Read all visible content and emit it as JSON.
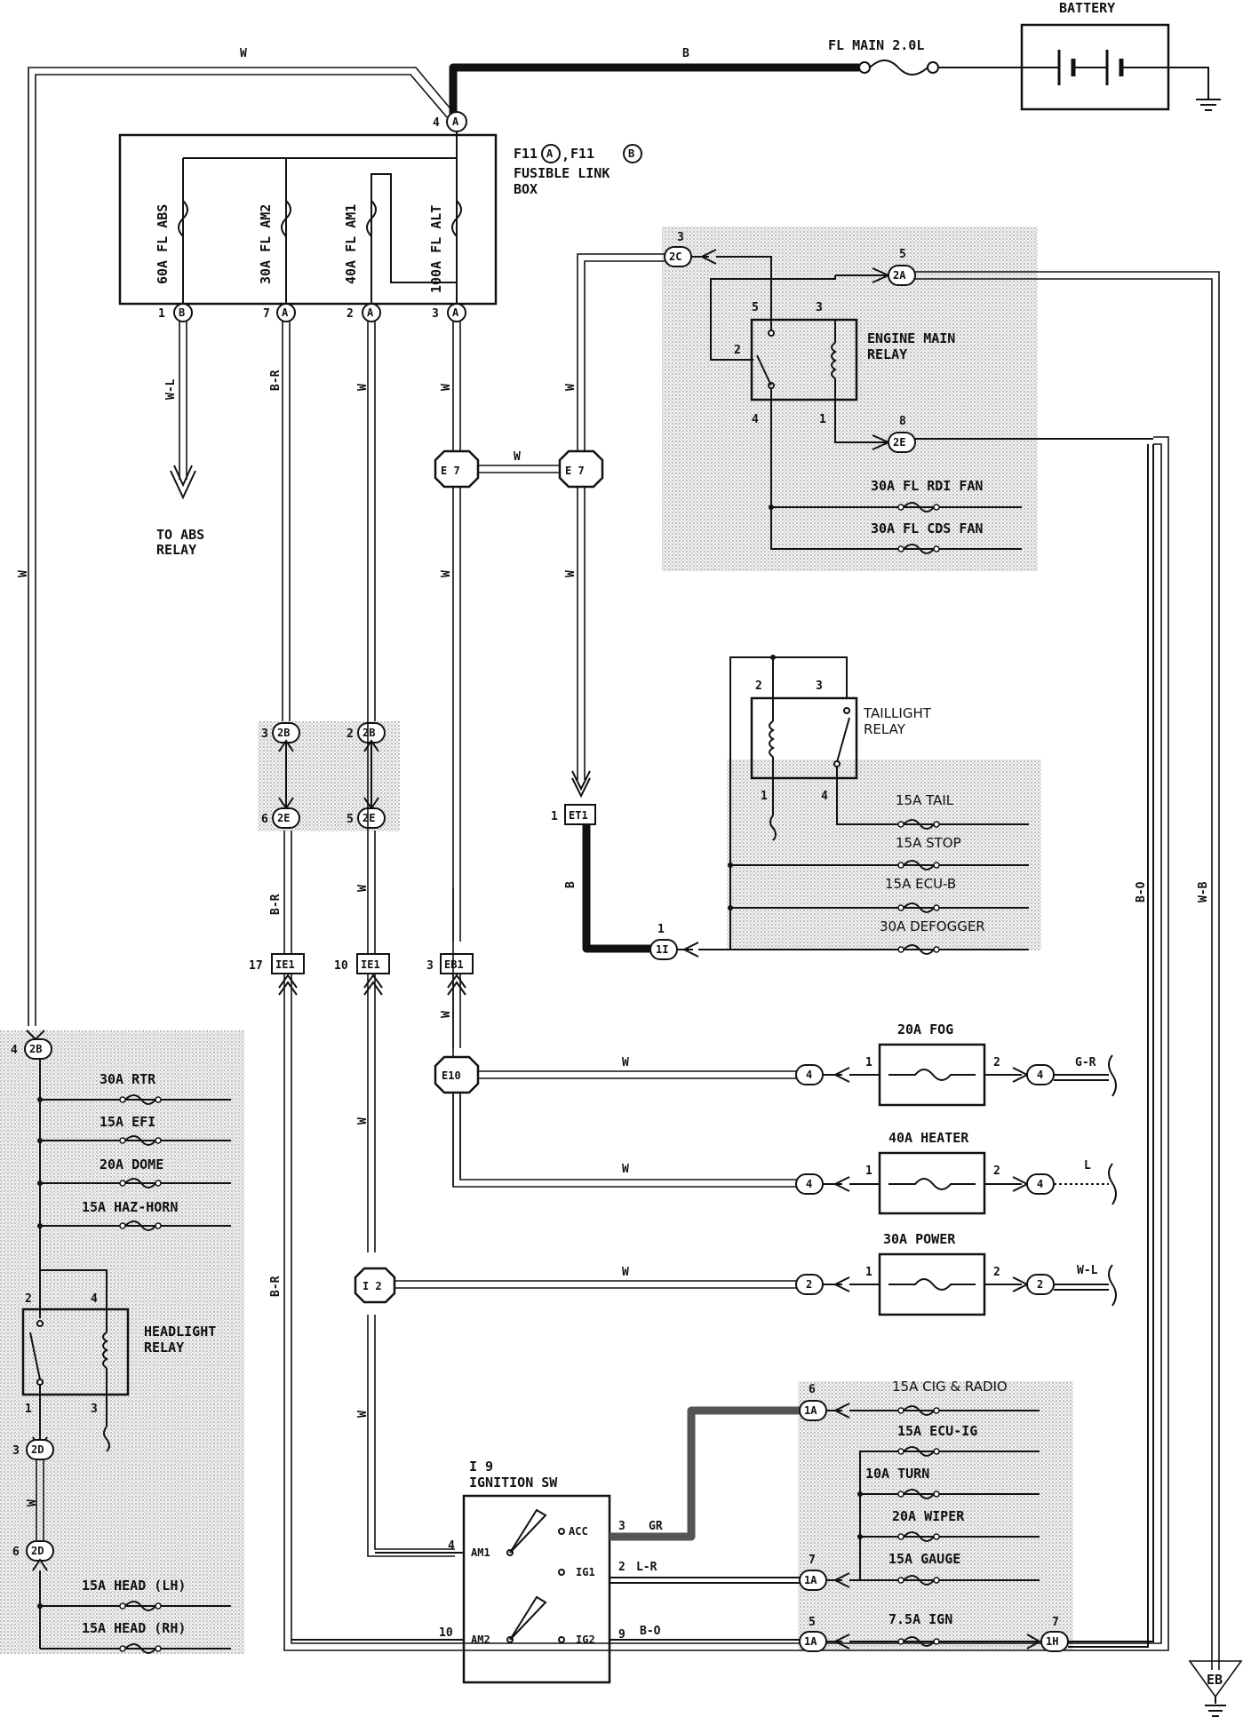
{
  "battery": {
    "label": "BATTERY"
  },
  "main_fuse": {
    "label": "FL MAIN 2.0L"
  },
  "fusible_link_box": {
    "title": "F11",
    "connector_a": "A",
    "connector_b": "B",
    "separator": ",",
    "desc_line1": "FUSIBLE LINK",
    "desc_line2": "BOX",
    "links": [
      "60A FL ABS",
      "30A FL AM2",
      "40A FL AM1",
      "100A FL ALT"
    ],
    "input_pin": "4"
  },
  "wire_colors": {
    "top_w": "W",
    "top_b": "B",
    "w_l": "W-L",
    "b_r": "B-R",
    "w": "W",
    "b_o": "B-O",
    "w_b": "W-B",
    "g_r": "G-R",
    "l": "L",
    "gr": "GR",
    "l_r": "L-R",
    "b": "B"
  },
  "to_abs_relay": {
    "line1": "TO ABS",
    "line2": "RELAY"
  },
  "engine_main_relay": {
    "line1": "ENGINE MAIN",
    "line2": "RELAY"
  },
  "engine_fuses": [
    "30A FL RDI FAN",
    "30A FL CDS FAN"
  ],
  "taillight_relay": {
    "line1": "TAILLIGHT",
    "line2": "RELAY"
  },
  "taillight_fuses": [
    "15A TAIL",
    "15A STOP",
    "15A ECU-B",
    "30A DEFOGGER"
  ],
  "fog_fuse": "20A FOG",
  "heater_fuse": "40A HEATER",
  "power_fuse": "30A POWER",
  "left_fuses": [
    "30A RTR",
    "15A EFI",
    "20A DOME",
    "15A HAZ-HORN"
  ],
  "headlight_relay": {
    "line1": "HEADLIGHT",
    "line2": "RELAY"
  },
  "head_fuses": [
    "15A HEAD (LH)",
    "15A HEAD (RH)"
  ],
  "ignition_switch": {
    "id": "I 9",
    "label": "IGNITION SW",
    "terminals": [
      "AM1",
      "AM2",
      "ACC",
      "IG1",
      "IG2"
    ]
  },
  "ig_fuses": [
    "15A CIG & RADIO",
    "15A ECU-IG",
    "10A TURN",
    "20A WIPER",
    "15A GAUGE",
    "7.5A IGN"
  ],
  "splices": [
    "E 7",
    "E 7",
    "E10",
    "I 2"
  ],
  "connectors": {
    "c_2c": "2C",
    "c_2a": "2A",
    "c_2e": "2E",
    "c_2b": "2B",
    "c_2d": "2D",
    "c_ie1": "IE1",
    "c_eb1": "EB1",
    "c_et1": "ET1",
    "c_1i": "1I",
    "c_1a": "1A",
    "c_1h": "1H",
    "c_4": "4",
    "c_2": "2"
  },
  "ground": "EB"
}
